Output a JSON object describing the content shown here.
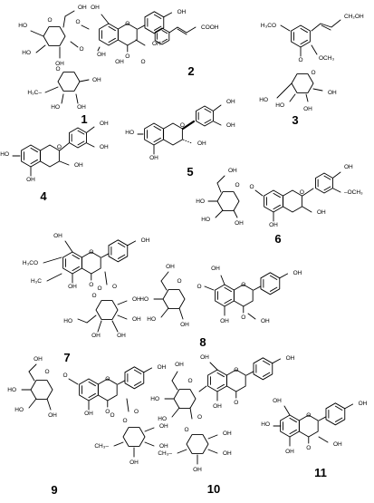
{
  "figure": {
    "compound_numbers": [
      "1",
      "2",
      "3",
      "4",
      "5",
      "6",
      "7",
      "8",
      "9",
      "10",
      "11"
    ],
    "atoms": {
      "oh": "OH",
      "ho": "HO",
      "o": "O",
      "cooh": "COOH",
      "ch2oh": "CH₂OH",
      "h3co": "H₃CO",
      "och3": "OCH₃",
      "och3_dash": "–OCH₃",
      "h3c": "H₃C",
      "h3c_dash": "H₃C–",
      "ch3": "CH₃",
      "ch3_dash": "CH₃–",
      "ch3_dot": "CH₃⋯"
    }
  }
}
